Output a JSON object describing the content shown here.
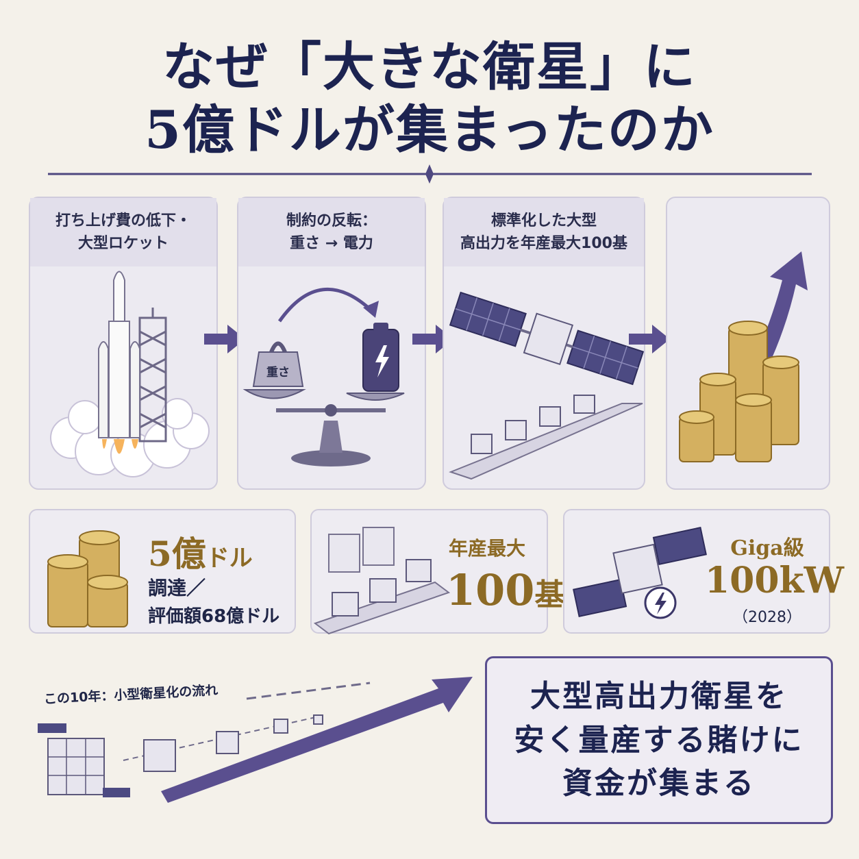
{
  "title": {
    "line1": "なぜ「大きな衛星」に",
    "line2": "5億ドルが集まったのか"
  },
  "steps": [
    {
      "line1": "打ち上げ費の低下・",
      "line2": "大型ロケット"
    },
    {
      "line1": "制約の反転：",
      "line2": "重さ → 電力",
      "weight_label": "重さ"
    },
    {
      "line1": "標準化した大型",
      "line2": "高出力を年産最大100基"
    },
    {
      "line1": "",
      "line2": ""
    }
  ],
  "stats": {
    "funding": {
      "big": "5億",
      "unit": "ドル",
      "line1": "調達／",
      "line2": "評価額68億ドル"
    },
    "production": {
      "label": "年産最大",
      "big": "100",
      "unit": "基"
    },
    "power": {
      "label": "Giga級",
      "big": "100kW",
      "year": "（2028）"
    }
  },
  "trend": {
    "label": "この10年：小型衛星化の流れ"
  },
  "callout": {
    "line1": "大型高出力衛星を",
    "line2": "安く量産する賭けに",
    "line3": "資金が集まる"
  },
  "colors": {
    "navy": "#1c2350",
    "purple": "#5a4f8f",
    "gold": "#c9a24a",
    "panel": "#eceaf1"
  }
}
